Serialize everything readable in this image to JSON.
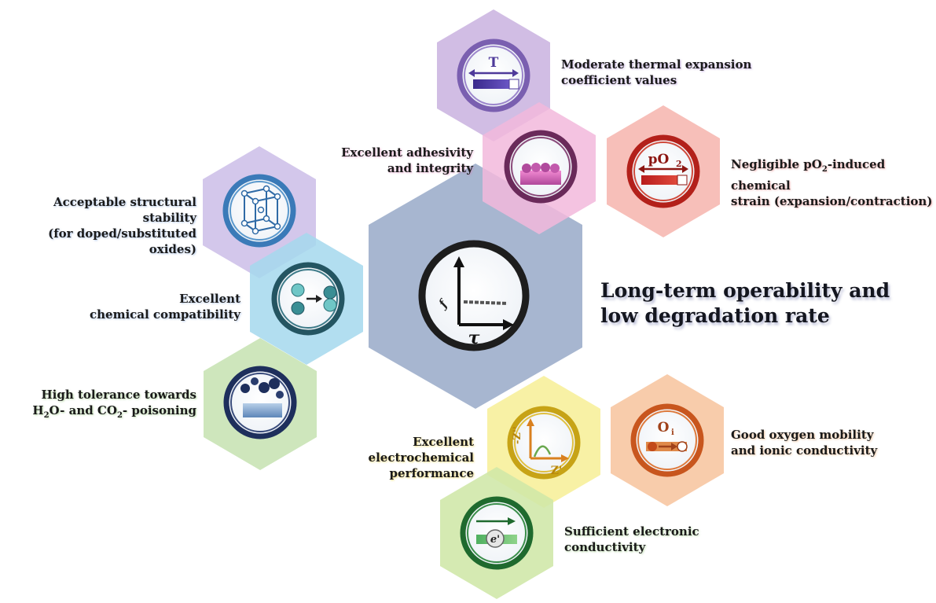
{
  "title": {
    "line1": "Long-term operability and",
    "line2": "low degradation rate"
  },
  "features": {
    "thermal": {
      "line1": "Moderate thermal expansion",
      "line2": "coefficient values",
      "icon_text": "T"
    },
    "adhesivity": {
      "line1": "Excellent adhesivity",
      "line2": "and integrity"
    },
    "chemical_strain": {
      "pre": "Negligible pO",
      "sub": "2",
      "post": "-induced chemical",
      "line2": "strain (expansion/contraction)",
      "icon_text": "pO",
      "icon_sub": "2"
    },
    "structural": {
      "line1": "Acceptable structural stability",
      "line2": "(for doped/substituted oxides)"
    },
    "compatibility": {
      "line1": "Excellent",
      "line2": "chemical compatibility"
    },
    "poisoning": {
      "line1": "High tolerance towards",
      "a": "H",
      "a_sub": "2",
      "b": "O- and CO",
      "b_sub": "2",
      "c": "- poisoning"
    },
    "electrochemical": {
      "line1": "Excellent",
      "line2": "electrochemical",
      "line3": "performance",
      "icon_y": "-Z''",
      "icon_x": "Z'"
    },
    "oxygen": {
      "line1": "Good oxygen mobility",
      "line2": "and ionic conductivity",
      "icon_text": "O",
      "icon_sub": "i"
    },
    "electronic": {
      "line1": "Sufficient electronic",
      "line2": "conductivity",
      "icon_text": "e'"
    },
    "center": {
      "icon_text": "τ"
    }
  },
  "colors": {
    "center_hex": "#8fa2c2",
    "purple": "#c8b3e0",
    "pink": "#f0b9dc",
    "red": "#f6b6b0",
    "lavender": "#cdbfe8",
    "cyan": "#a8d9ec",
    "green": "#c9e3b3",
    "yellow": "#f7ef9c",
    "orange": "#f8c9a3",
    "lime": "#cfe8a8"
  }
}
